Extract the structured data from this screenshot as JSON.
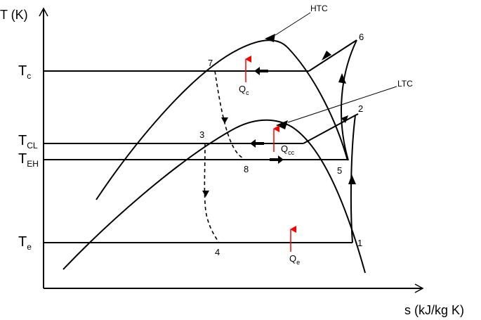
{
  "axes": {
    "y_label": "T (K)",
    "x_label": "s (kJ/kg K)"
  },
  "levels": [
    {
      "id": "tc",
      "main": "T",
      "sub": "c"
    },
    {
      "id": "tcl",
      "main": "T",
      "sub": "CL"
    },
    {
      "id": "teh",
      "main": "T",
      "sub": "EH"
    },
    {
      "id": "te",
      "main": "T",
      "sub": "e"
    }
  ],
  "domes": {
    "htc": "HTC",
    "ltc": "LTC"
  },
  "points": [
    "1",
    "2",
    "3",
    "4",
    "5",
    "6",
    "7",
    "8"
  ],
  "heats": [
    {
      "id": "qc",
      "main": "Q",
      "sub": "c"
    },
    {
      "id": "qcc",
      "main": "Q",
      "sub": "cc"
    },
    {
      "id": "qe",
      "main": "Q",
      "sub": "e"
    }
  ],
  "colors": {
    "lines": "#000000",
    "heat_arrow": "#ff0000"
  }
}
